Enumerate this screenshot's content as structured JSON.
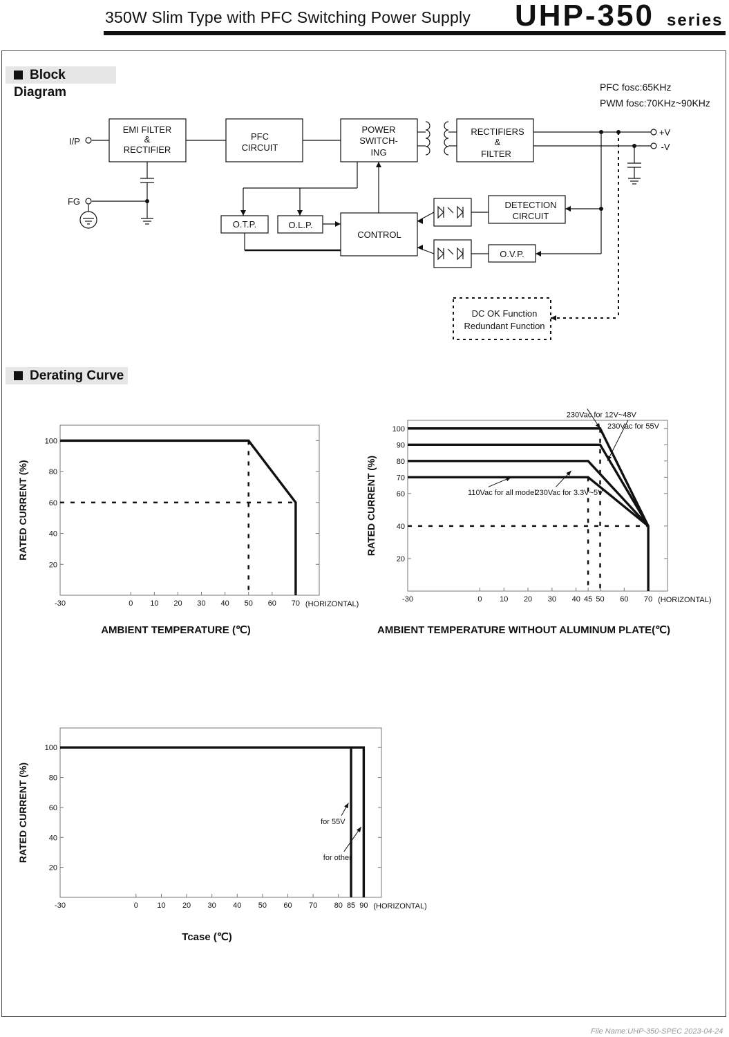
{
  "header": {
    "subtitle": "350W  Slim Type with PFC Switching Power Supply",
    "model": "UHP-350",
    "series": "series"
  },
  "sections": {
    "block_diagram": "Block Diagram",
    "derating_curve": "Derating Curve"
  },
  "block_diagram": {
    "freq_pfc": "PFC fosc:65KHz",
    "freq_pwm": "PWM fosc:70KHz~90KHz",
    "ip": "I/P",
    "fg": "FG",
    "emi": [
      "EMI FILTER",
      "&",
      "RECTIFIER"
    ],
    "pfc": [
      "PFC",
      "CIRCUIT"
    ],
    "power": [
      "POWER",
      "SWITCH-",
      "ING"
    ],
    "rect": [
      "RECTIFIERS",
      "&",
      "FILTER"
    ],
    "otp": "O.T.P.",
    "olp": "O.L.P.",
    "control": "CONTROL",
    "detection": [
      "DETECTION",
      "CIRCUIT"
    ],
    "ovp": "O.V.P.",
    "vpos": "+V",
    "vneg": "-V",
    "dcok": [
      "DC OK Function",
      "Redundant Function"
    ]
  },
  "chart_data": [
    {
      "type": "line",
      "ylabel": "RATED CURRENT (%)",
      "xlabel": "AMBIENT TEMPERATURE (℃)",
      "x_ticks": [
        "-30",
        "0",
        "10",
        "20",
        "30",
        "40",
        "50",
        "60",
        "70"
      ],
      "x_suffix": "(HORIZONTAL)",
      "y_ticks": [
        "100",
        "80",
        "60",
        "40",
        "20"
      ],
      "xlim": [
        -30,
        80
      ],
      "ylim": [
        0,
        110
      ],
      "series": [
        {
          "points": [
            [
              -30,
              100
            ],
            [
              50,
              100
            ],
            [
              70,
              60
            ],
            [
              70,
              0
            ]
          ]
        }
      ],
      "reference_lines": [
        {
          "points": [
            [
              -30,
              60
            ],
            [
              70,
              60
            ]
          ]
        },
        {
          "points": [
            [
              50,
              100
            ],
            [
              50,
              0
            ]
          ]
        }
      ]
    },
    {
      "type": "line",
      "ylabel": "RATED CURRENT (%)",
      "xlabel": "AMBIENT TEMPERATURE WITHOUT ALUMINUM PLATE(℃)",
      "x_ticks": [
        "-30",
        "0",
        "10",
        "20",
        "30",
        "40",
        "45",
        "50",
        "60",
        "70"
      ],
      "x_suffix": "(HORIZONTAL)",
      "y_ticks": [
        "100",
        "90",
        "80",
        "70",
        "60",
        "40",
        "20"
      ],
      "xlim": [
        -30,
        78
      ],
      "ylim": [
        0,
        105
      ],
      "series": [
        {
          "points": [
            [
              -30,
              100
            ],
            [
              50,
              100
            ],
            [
              70,
              40
            ],
            [
              70,
              0
            ]
          ]
        },
        {
          "points": [
            [
              -30,
              90
            ],
            [
              50,
              90
            ],
            [
              70,
              40
            ]
          ]
        },
        {
          "points": [
            [
              -30,
              80
            ],
            [
              45,
              80
            ],
            [
              70,
              40
            ]
          ]
        },
        {
          "points": [
            [
              -30,
              70
            ],
            [
              45,
              70
            ],
            [
              70,
              40
            ]
          ]
        }
      ],
      "reference_lines": [
        {
          "points": [
            [
              -30,
              40
            ],
            [
              70,
              40
            ]
          ]
        },
        {
          "points": [
            [
              45,
              70
            ],
            [
              45,
              0
            ]
          ]
        },
        {
          "points": [
            [
              50,
              100
            ],
            [
              50,
              0
            ]
          ]
        }
      ],
      "annotations": [
        {
          "text": "230Vac for 12V~48V",
          "x": 36,
          "y": 107,
          "tx": 50,
          "ty": 100
        },
        {
          "text": "230Vac for 55V",
          "x": 53,
          "y": 100,
          "tx": 53,
          "ty": 80
        },
        {
          "text": "110Vac for all model",
          "x": -5,
          "y": 59,
          "tx": 13,
          "ty": 70
        },
        {
          "text": "230Vac for 3.3V~5V",
          "x": 23,
          "y": 59,
          "tx": 38,
          "ty": 74
        }
      ]
    },
    {
      "type": "line",
      "ylabel": "RATED CURRENT (%)",
      "xlabel": "Tcase (℃)",
      "x_ticks": [
        "-30",
        "0",
        "10",
        "20",
        "30",
        "40",
        "50",
        "60",
        "70",
        "80",
        "85",
        "90"
      ],
      "x_suffix": "(HORIZONTAL)",
      "y_ticks": [
        "100",
        "80",
        "60",
        "40",
        "20"
      ],
      "xlim": [
        -30,
        97
      ],
      "ylim": [
        0,
        113
      ],
      "series": [
        {
          "points": [
            [
              -30,
              100
            ],
            [
              85,
              100
            ],
            [
              85,
              0
            ]
          ]
        },
        {
          "points": [
            [
              85,
              100
            ],
            [
              90,
              100
            ],
            [
              90,
              0
            ]
          ]
        }
      ],
      "annotations": [
        {
          "text": "for 55V",
          "x": 73,
          "y": 49,
          "tx": 84,
          "ty": 63
        },
        {
          "text": "for other",
          "x": 74,
          "y": 25,
          "tx": 89,
          "ty": 47
        }
      ]
    }
  ],
  "footer": "File Name:UHP-350-SPEC   2023-04-24"
}
